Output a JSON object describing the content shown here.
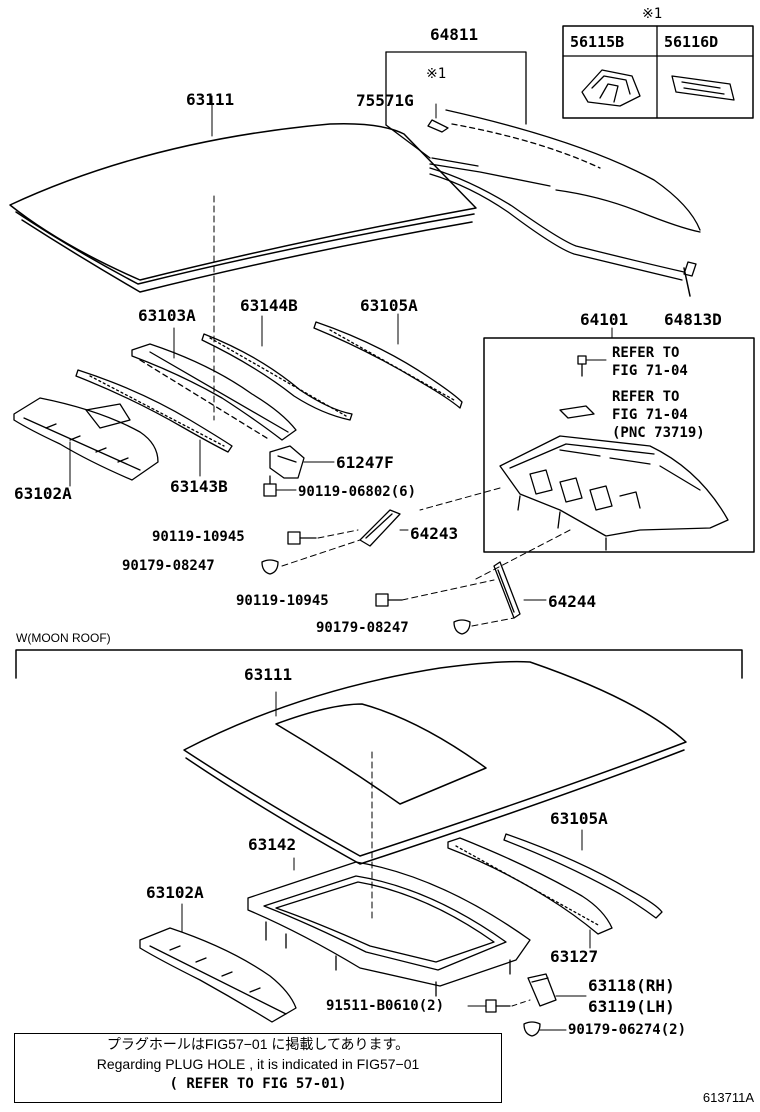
{
  "labels": {
    "p64811": "64811",
    "ref_mark_top": "※1",
    "p56115B": "56115B",
    "p56116D": "56116D",
    "p63111_a": "63111",
    "p75571G": "75571G",
    "ref_mark_75571G": "※1",
    "p64813D": "64813D",
    "p63103A": "63103A",
    "p63144B": "63144B",
    "p63105A_a": "63105A",
    "p64101": "64101",
    "refer1_line1": "REFER TO",
    "refer1_line2": "FIG 71-04",
    "refer2_line1": "REFER TO",
    "refer2_line2": "FIG 71-04",
    "refer2_line3": "(PNC 73719)",
    "p61247F": "61247F",
    "p63102A_a": "63102A",
    "p63143B": "63143B",
    "p90119_06802": "90119-06802(6)",
    "p90119_10945_a": "90119-10945",
    "p64243": "64243",
    "p90179_08247_a": "90179-08247",
    "p90119_10945_b": "90119-10945",
    "p64244": "64244",
    "p90179_08247_b": "90179-08247",
    "p63111_b": "63111",
    "p63142": "63142",
    "p63105A_b": "63105A",
    "p63102A_b": "63102A",
    "p63127": "63127",
    "p63118": "63118(RH)",
    "p63119": "63119(LH)",
    "p91511": "91511-B0610(2)",
    "p90179_06274": "90179-06274(2)"
  },
  "section_label": "W(MOON ROOF)",
  "note": {
    "line1": "プラグホールはFIG57−01 に掲載してあります。",
    "line2": "Regarding  PLUG  HOLE  , it  is  indicated  in  FIG57−01",
    "line3": "(    REFER TO FIG 57-01)"
  },
  "illustration_code": "613711A"
}
